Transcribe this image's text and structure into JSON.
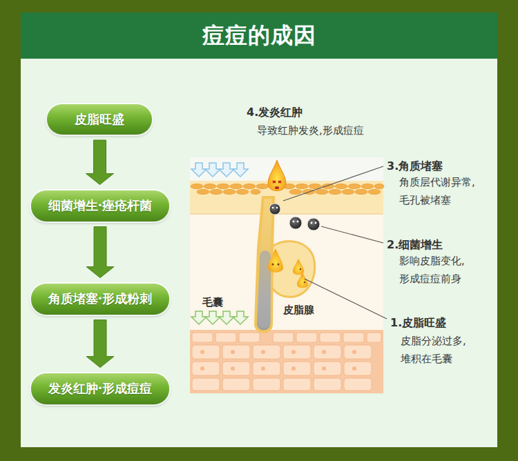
{
  "diagram": {
    "title": "痘痘的成因",
    "nodes": [
      {
        "text": [
          "皮脂旺盛"
        ]
      },
      {
        "text": [
          "细菌增生·痤疮杆菌"
        ]
      },
      {
        "text": [
          "角质堵塞·形成粉刺"
        ]
      },
      {
        "text": [
          "发炎红肿·形成痘痘"
        ]
      }
    ],
    "edges": [
      {
        "from": 0,
        "to": 1,
        "arrow": "to"
      },
      {
        "from": 1,
        "to": 2,
        "arrow": "to"
      },
      {
        "from": 2,
        "to": 3,
        "arrow": "to"
      }
    ],
    "labels": [
      "4.发炎红肿",
      "导致红肿发炎,形成痘痘",
      "3.角质堵塞",
      "角质层代谢异常, 毛孔被堵塞",
      "2.细菌增生",
      "影响皮脂变化, 形成痘痘前身",
      "1.皮脂旺盛",
      "皮脂分泌过多, 堆积在毛囊",
      "毛囊",
      "皮脂腺"
    ]
  }
}
